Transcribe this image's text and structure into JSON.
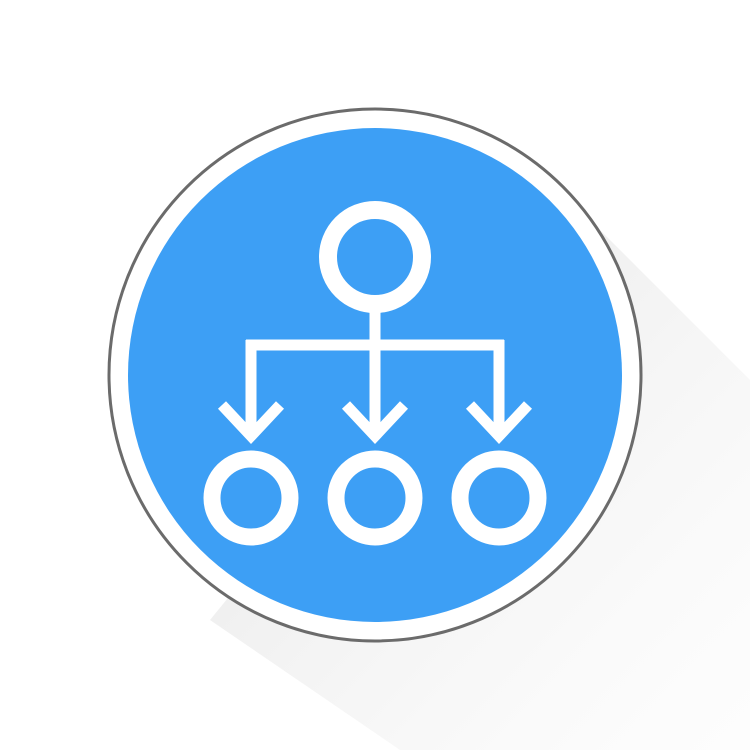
{
  "icon": {
    "name": "hierarchy-icon",
    "description_semantic": "org-chart",
    "nodes_top": 1,
    "nodes_bottom": 3,
    "arrows": 3
  },
  "colors": {
    "background": "#ffffff",
    "button_fill": "#3d9ff5",
    "button_ring": "#ffffff",
    "button_outline": "#6b6b6b",
    "icon_stroke": "#ffffff",
    "shadow": "#e9e9e9"
  }
}
